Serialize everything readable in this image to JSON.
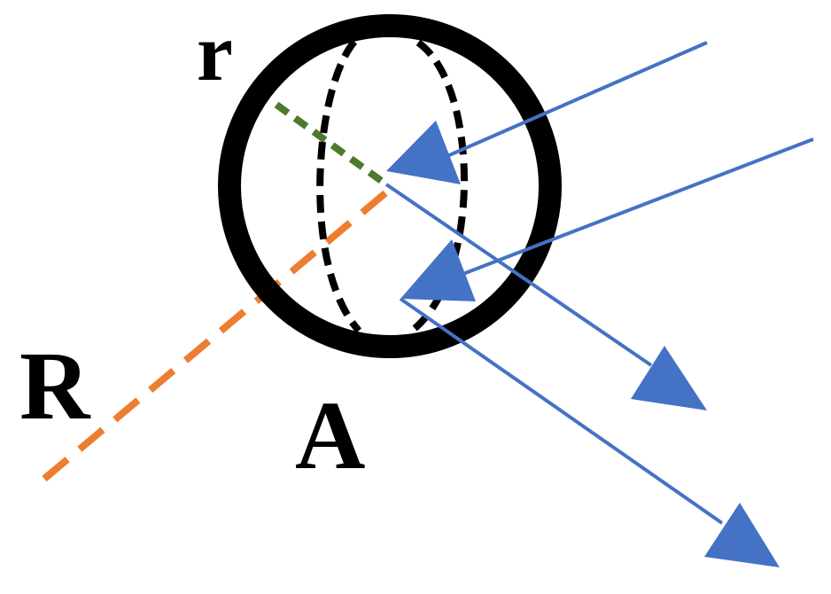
{
  "labels": {
    "small_radius": "r",
    "large_radius": "R",
    "area": "A"
  },
  "colors": {
    "sphere_outline": "#000000",
    "cross_section": "#000000",
    "small_radius_line": "#4e7a2c",
    "large_radius_line": "#ed7d31",
    "rays": "#4472c4",
    "background": "#ffffff"
  }
}
